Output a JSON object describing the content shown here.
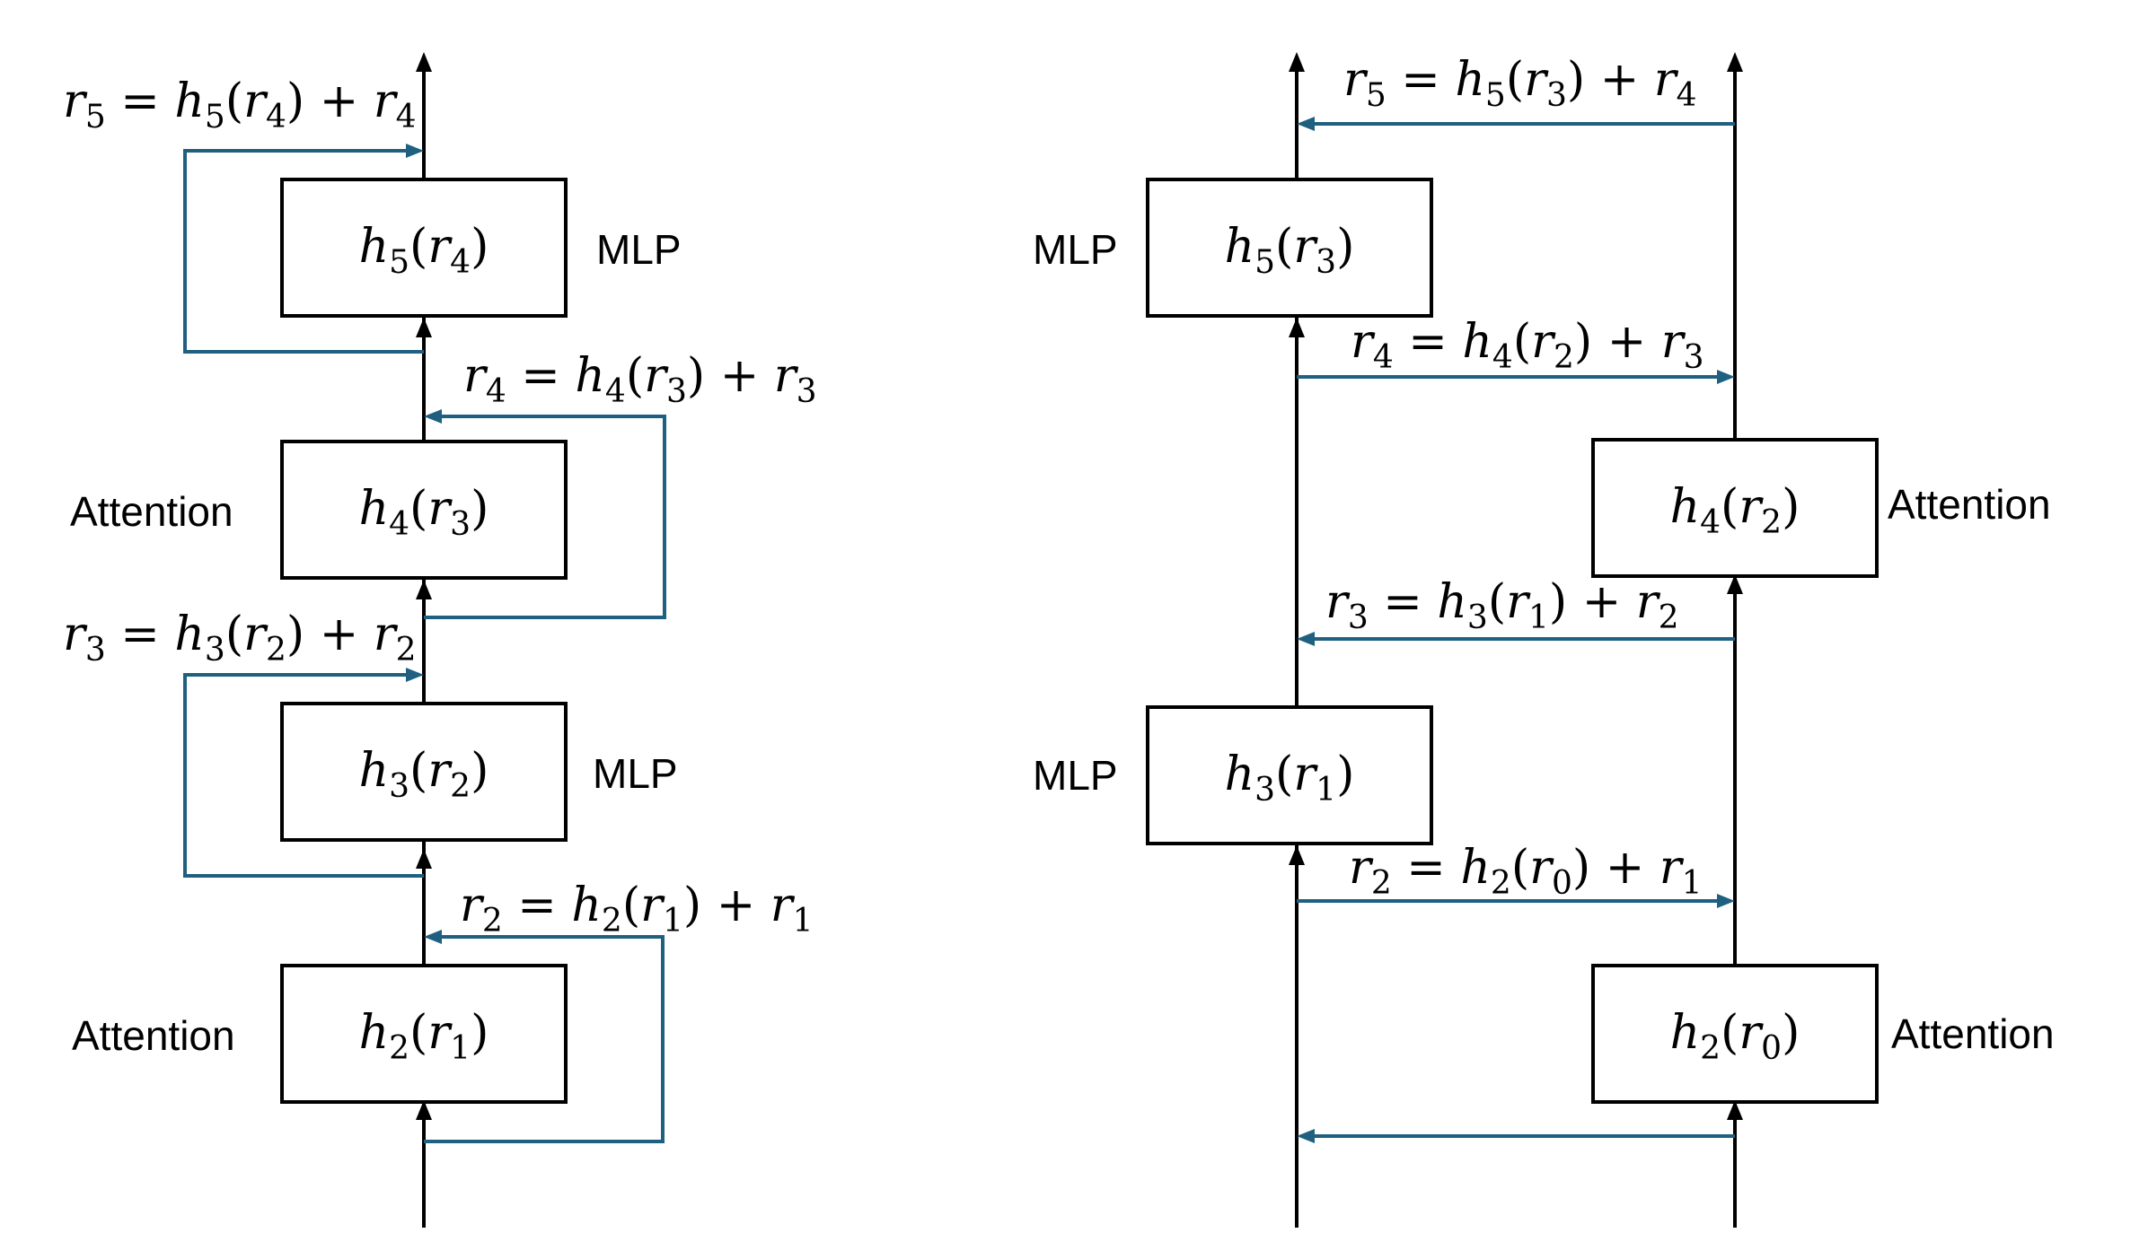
{
  "colors": {
    "residual": "#1f6080",
    "trunk": "#000000",
    "box_border": "#000000"
  },
  "left_stack": {
    "blocks": [
      {
        "id": "h2",
        "fn": "h",
        "fn_sub": "2",
        "arg": "r",
        "arg_sub": "1",
        "label": "Attention"
      },
      {
        "id": "h3",
        "fn": "h",
        "fn_sub": "3",
        "arg": "r",
        "arg_sub": "2",
        "label": "MLP"
      },
      {
        "id": "h4",
        "fn": "h",
        "fn_sub": "4",
        "arg": "r",
        "arg_sub": "3",
        "label": "Attention"
      },
      {
        "id": "h5",
        "fn": "h",
        "fn_sub": "5",
        "arg": "r",
        "arg_sub": "4",
        "label": "MLP"
      }
    ],
    "equations": [
      {
        "lhs": "r",
        "lhs_sub": "2",
        "fn": "h",
        "fn_sub": "2",
        "arg": "r",
        "arg_sub": "1",
        "add": "r",
        "add_sub": "1"
      },
      {
        "lhs": "r",
        "lhs_sub": "3",
        "fn": "h",
        "fn_sub": "3",
        "arg": "r",
        "arg_sub": "2",
        "add": "r",
        "add_sub": "2"
      },
      {
        "lhs": "r",
        "lhs_sub": "4",
        "fn": "h",
        "fn_sub": "4",
        "arg": "r",
        "arg_sub": "3",
        "add": "r",
        "add_sub": "3"
      },
      {
        "lhs": "r",
        "lhs_sub": "5",
        "fn": "h",
        "fn_sub": "5",
        "arg": "r",
        "arg_sub": "4",
        "add": "r",
        "add_sub": "4"
      }
    ]
  },
  "right_stack": {
    "blocks": [
      {
        "id": "h2",
        "fn": "h",
        "fn_sub": "2",
        "arg": "r",
        "arg_sub": "0",
        "label": "Attention"
      },
      {
        "id": "h3",
        "fn": "h",
        "fn_sub": "3",
        "arg": "r",
        "arg_sub": "1",
        "label": "MLP"
      },
      {
        "id": "h4",
        "fn": "h",
        "fn_sub": "4",
        "arg": "r",
        "arg_sub": "2",
        "label": "Attention"
      },
      {
        "id": "h5",
        "fn": "h",
        "fn_sub": "5",
        "arg": "r",
        "arg_sub": "3",
        "label": "MLP"
      }
    ],
    "equations": [
      {
        "lhs": "r",
        "lhs_sub": "2",
        "fn": "h",
        "fn_sub": "2",
        "arg": "r",
        "arg_sub": "0",
        "add": "r",
        "add_sub": "1"
      },
      {
        "lhs": "r",
        "lhs_sub": "3",
        "fn": "h",
        "fn_sub": "3",
        "arg": "r",
        "arg_sub": "1",
        "add": "r",
        "add_sub": "2"
      },
      {
        "lhs": "r",
        "lhs_sub": "4",
        "fn": "h",
        "fn_sub": "4",
        "arg": "r",
        "arg_sub": "2",
        "add": "r",
        "add_sub": "3"
      },
      {
        "lhs": "r",
        "lhs_sub": "5",
        "fn": "h",
        "fn_sub": "5",
        "arg": "r",
        "arg_sub": "3",
        "add": "r",
        "add_sub": "4"
      }
    ]
  }
}
